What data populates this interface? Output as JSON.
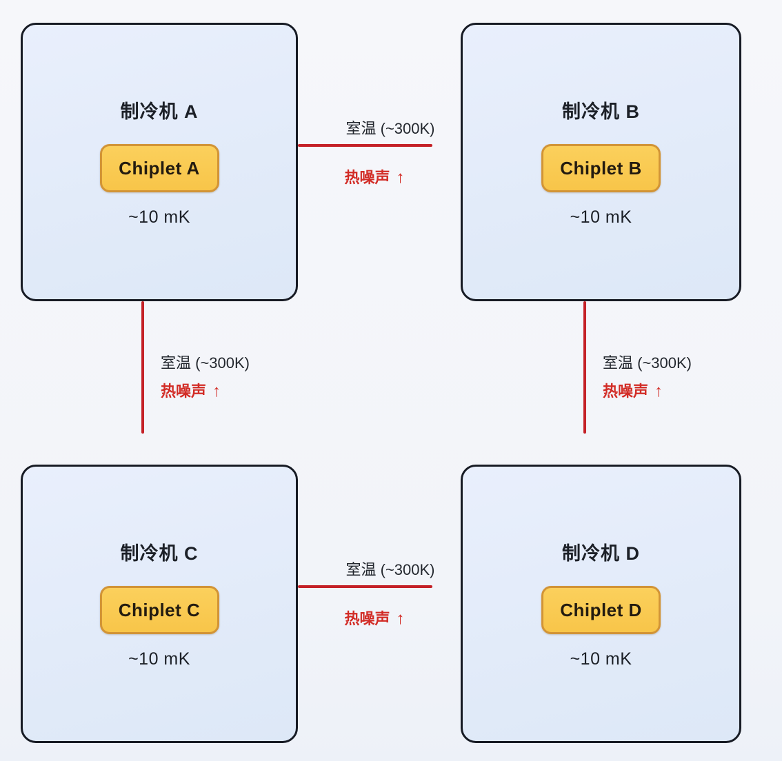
{
  "diagram": {
    "units": [
      {
        "title": "制冷机 A",
        "chip_label": "Chiplet A",
        "temperature": "~10 mK"
      },
      {
        "title": "制冷机 B",
        "chip_label": "Chiplet B",
        "temperature": "~10 mK"
      },
      {
        "title": "制冷机 C",
        "chip_label": "Chiplet C",
        "temperature": "~10 mK"
      },
      {
        "title": "制冷机 D",
        "chip_label": "Chiplet D",
        "temperature": "~10 mK"
      }
    ],
    "connectors": [
      {
        "between": "A-B",
        "temp_label": "室温 (~300K)",
        "noise_label": "热噪声",
        "arrow": "↑"
      },
      {
        "between": "A-C",
        "temp_label": "室温 (~300K)",
        "noise_label": "热噪声",
        "arrow": "↑"
      },
      {
        "between": "B-D",
        "temp_label": "室温 (~300K)",
        "noise_label": "热噪声",
        "arrow": "↑"
      },
      {
        "between": "C-D",
        "temp_label": "室温 (~300K)",
        "noise_label": "热噪声",
        "arrow": "↑"
      }
    ],
    "colors": {
      "background": "#f4f6f9",
      "unit_fill": "#e3ebf9",
      "unit_border": "#171b24",
      "chip_fill": "#f9c74f",
      "chip_border": "#d29436",
      "link_red": "#c42127",
      "noise_text_red": "#d22c26",
      "text_dark": "#1c2027"
    }
  }
}
